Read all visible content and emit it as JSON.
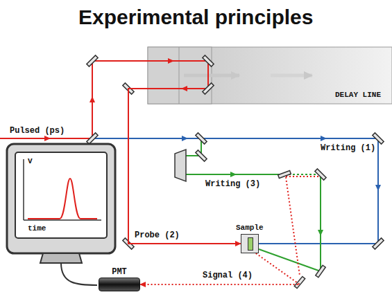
{
  "diagram": {
    "title": "Experimental principles",
    "nodes": [
      {
        "text": [
          "DELAY LINE"
        ]
      },
      {
        "text": [
          "Sample"
        ]
      },
      {
        "text": [
          "PMT"
        ]
      }
    ],
    "edges": [
      {
        "from": 0,
        "to": 1,
        "arrow": "to",
        "label": "Probe (2)"
      },
      {
        "from": 1,
        "to": 2,
        "arrow": "to",
        "label": "Signal (4)"
      }
    ],
    "labels": [
      "Pulsed (ps)",
      "Writing (1)",
      "Writing (3)",
      "V",
      "time"
    ]
  }
}
